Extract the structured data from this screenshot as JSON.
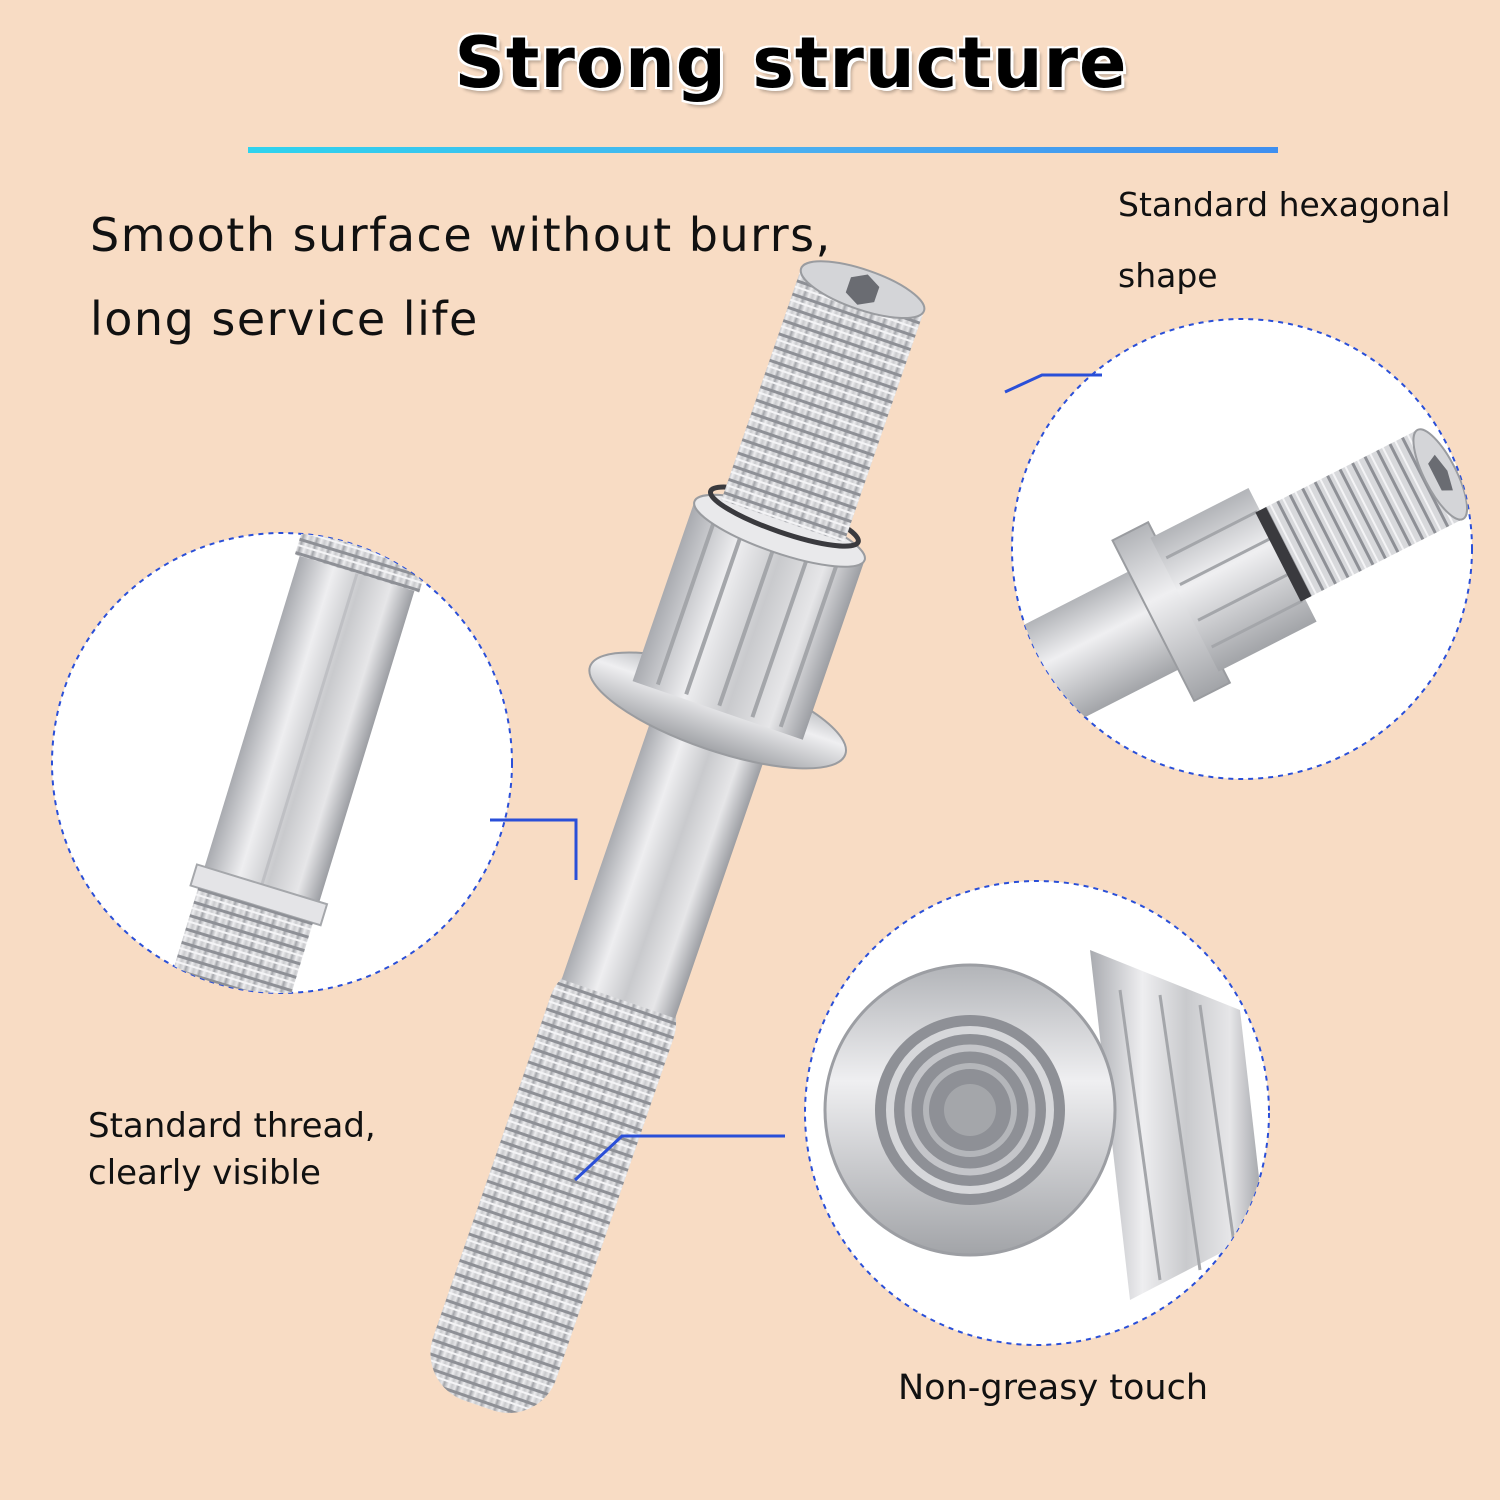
{
  "title": "Strong structure",
  "callouts": {
    "smooth_line1": "Smooth surface without burrs,",
    "smooth_line2": "long service life",
    "hex_line1": "Standard hexagonal",
    "hex_line2": "shape",
    "thread_line1": "Standard thread,",
    "thread_line2": "clearly visible",
    "nongreasy": "Non-greasy touch"
  },
  "colors": {
    "background": "#f8dcc4",
    "accent_cyan": "#2fd3ee",
    "accent_blue": "#3f8ff0",
    "leader_line": "#2a4fd8",
    "metal": "#d9d9dc"
  }
}
